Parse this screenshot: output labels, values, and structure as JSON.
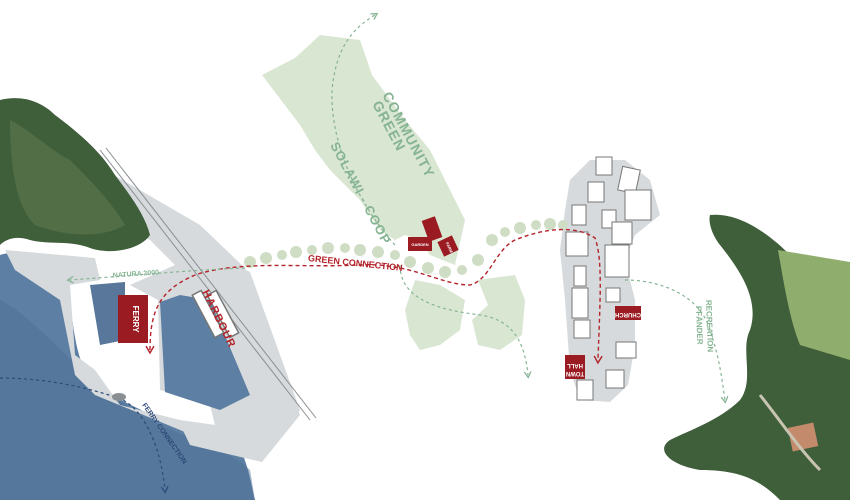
{
  "labels": {
    "community_green": [
      "COMMUNITY",
      "GREEN"
    ],
    "solawi": "SOLAWI - COOP",
    "green_connection": "GREEN CONNECTION",
    "harbour": "HARBOUR",
    "ferry": "FERRY",
    "natura": "NATURA 2000",
    "ferry_connection": "FERRY CONNECTION",
    "recreation": [
      "RECREATION",
      "PFÄNDER"
    ],
    "church": "CHURCH",
    "town_hall": [
      "TOWN",
      "HALL"
    ],
    "garden": "GARDEN",
    "farm": "FARM"
  },
  "colors": {
    "water": "#5d7fa3",
    "pier": "#d6dadc",
    "green_area": "#d9e6d2",
    "label_green": "#86b493",
    "connection_red": "#b4232a",
    "building_red": "#9a1b21",
    "forest": "#3f5e3a"
  }
}
